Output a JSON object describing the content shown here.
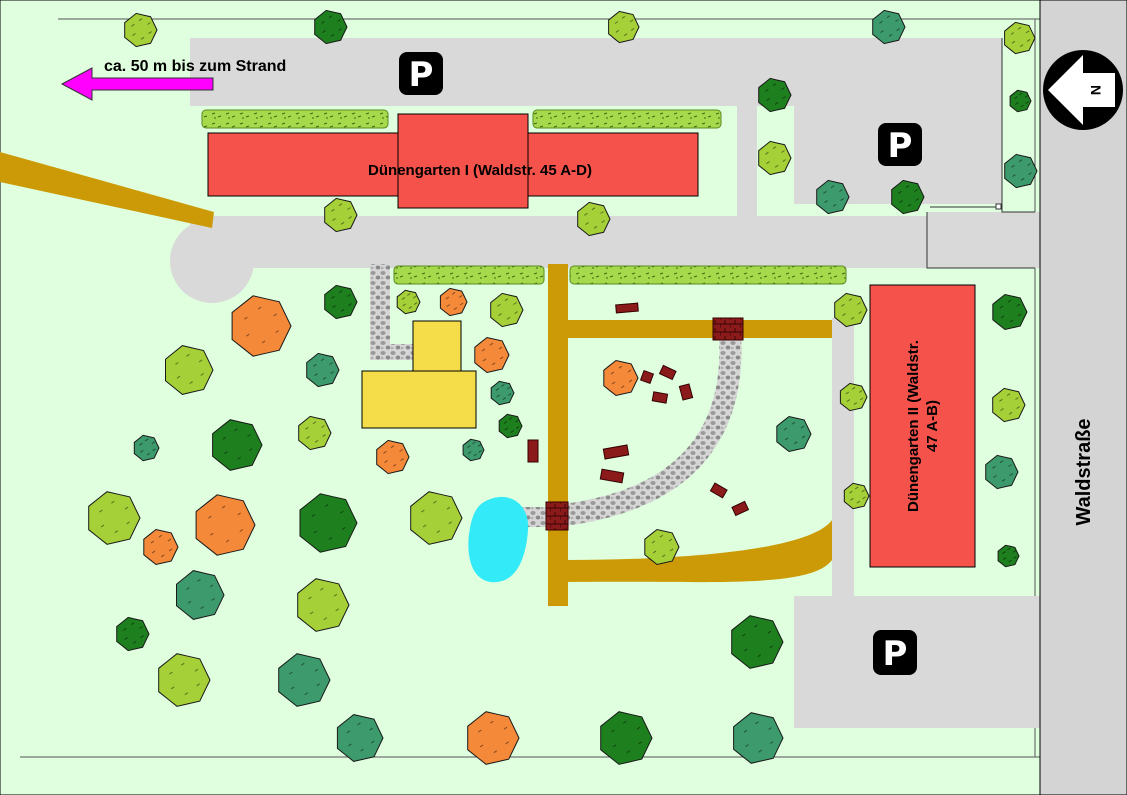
{
  "map": {
    "beach_note": "ca. 50 m bis zum Strand",
    "street_name": "Waldstraße",
    "building1_label": "Dünengarten I (Waldstr. 45 A-D)",
    "building2_label_line1": "Dünengarten II (Waldstr.",
    "building2_label_line2": "47 A-B)",
    "parking_symbol": "P",
    "north_symbol": "N"
  },
  "colors": {
    "lawn": "#dfffdf",
    "road": "#d9d9d9",
    "path": "#cc9a06",
    "building": "#f4524a",
    "house": "#f5dc49",
    "pond": "#33eaf8",
    "hedge": "#a6d94c",
    "arrow": "#ff00ff",
    "tree_dark": "#1e7f1e",
    "tree_light": "#a6d037",
    "tree_teal": "#3c9a6c",
    "tree_orange": "#f5893a",
    "bench": "#8b1a1a"
  }
}
